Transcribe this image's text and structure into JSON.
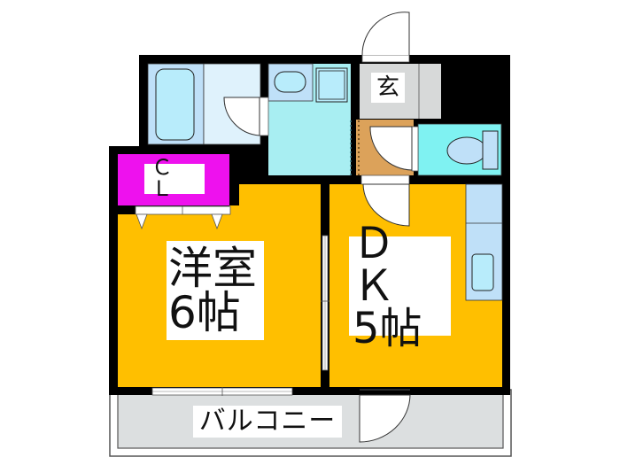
{
  "floorplan": {
    "rooms": {
      "western_room": {
        "name": "洋室",
        "size": "6帖"
      },
      "dining_kitchen": {
        "name": "ＤＫ",
        "size": "5帖"
      },
      "closet": {
        "name": "ＣＬ"
      },
      "entrance": {
        "name": "玄"
      },
      "balcony": {
        "name": "バルコニー"
      }
    },
    "colors": {
      "wall": "#000000",
      "room_floor": "#ffbf00",
      "closet": "#ee11ee",
      "washroom": "#a8eef2",
      "toilet": "#7ff2f2",
      "bath": "#bfe0f8",
      "bath_dry": "#dff2fc",
      "entrance": "#d7d9d9",
      "corridor": "#dca25a",
      "balcony": "#dcdfe0",
      "fixture": "#b8ecfb"
    }
  }
}
